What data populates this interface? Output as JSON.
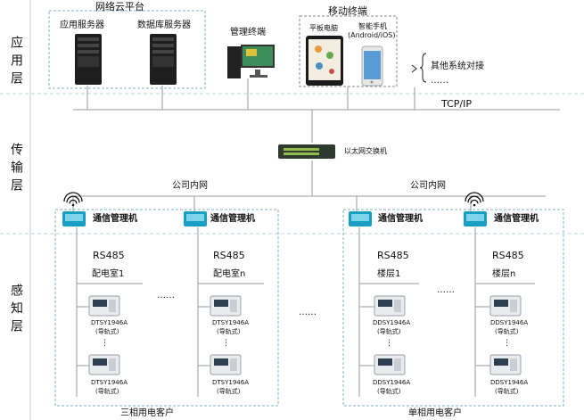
{
  "layers": {
    "application": "应用层",
    "transmission": "传输层",
    "perception": "感知层"
  },
  "cloud": {
    "title": "网络云平台",
    "app_server": "应用服务器",
    "db_server": "数据库服务器"
  },
  "mgmt_terminal": "管理终端",
  "mobile": {
    "title": "移动终端",
    "tablet": "平板电脑",
    "phone_line1": "智能手机",
    "phone_line2": "(Android/iOS)"
  },
  "other_systems": {
    "label": "其他系统对接",
    "dots": "……"
  },
  "tcpip": "TCP/IP",
  "switch_label": "以太网交换机",
  "intranet_left": "公司内网",
  "intranet_right": "公司内网",
  "gateway_label": "通信管理机",
  "bus": "RS485",
  "three_phase": {
    "group_label": "三相用电客户",
    "room1": "配电室1",
    "room_n": "配电室n",
    "meter_model": "DTSY1946A",
    "meter_type": "(导轨式)"
  },
  "single_phase": {
    "group_label": "单相用电客户",
    "floor1": "楼层1",
    "floor_n": "楼层n",
    "meter_model": "DDSY1946A",
    "meter_type": "(导轨式)"
  },
  "ellipsis_h": "……",
  "ellipsis_mid": "……",
  "ellipsis_v": "⋮",
  "colors": {
    "line": "#9a9a9a",
    "dash": "#7fb3c9",
    "gateway": "#1a9fc4"
  }
}
